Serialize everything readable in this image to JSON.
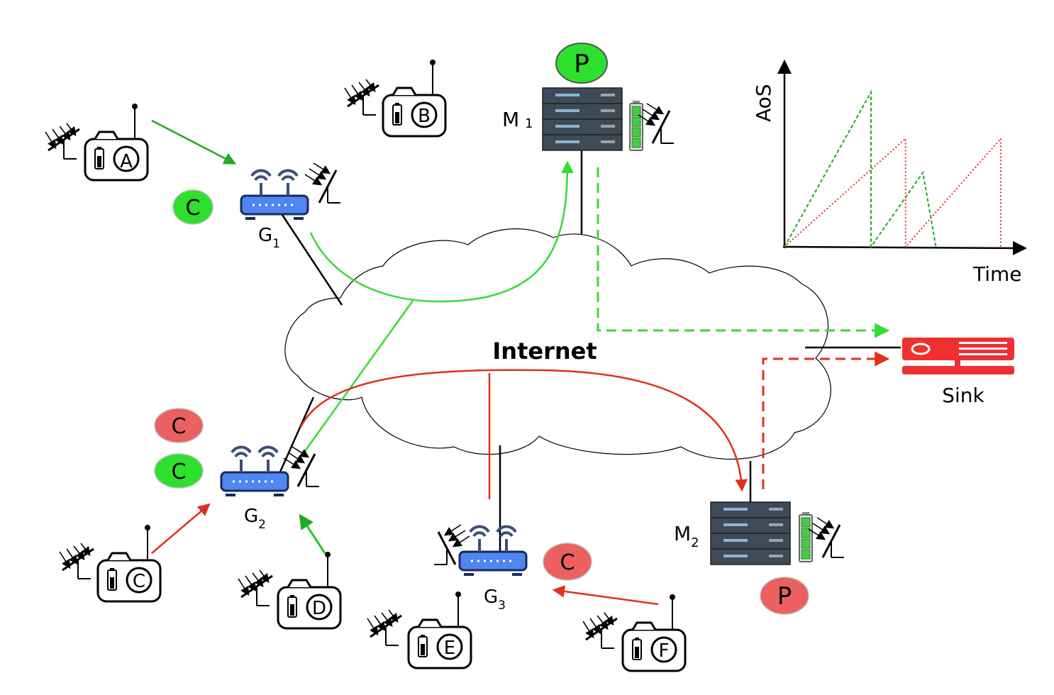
{
  "cloud": {
    "label": "Internet"
  },
  "gateways": [
    {
      "name": "G",
      "sub": "1"
    },
    {
      "name": "G",
      "sub": "2"
    },
    {
      "name": "G",
      "sub": "3"
    }
  ],
  "servers": [
    {
      "name": "M",
      "sub": "1"
    },
    {
      "name": "M",
      "sub": "2"
    }
  ],
  "sink": {
    "label": "Sink"
  },
  "cameras": [
    "A",
    "B",
    "C",
    "D",
    "E",
    "F"
  ],
  "badges": {
    "c_letter": "C",
    "p_letter": "P",
    "green": "#2ee02e",
    "red": "#ec6060"
  },
  "flows": {
    "green": "#33dd33",
    "red": "#e03020",
    "arrow_green": "#22aa22"
  },
  "aos_chart": {
    "ylabel": "AoS",
    "xlabel": "Time"
  },
  "chart_data": {
    "type": "line",
    "xlabel": "Time",
    "ylabel": "AoS",
    "series": [
      {
        "x": [
          0,
          1.0,
          1.0,
          1.6,
          1.75
        ],
        "y": [
          0,
          1.0,
          0,
          0.48,
          0
        ],
        "style": "green dashed"
      },
      {
        "x": [
          0,
          1.4,
          1.4,
          2.5,
          2.5
        ],
        "y": [
          0,
          0.7,
          0,
          0.7,
          0
        ],
        "style": "red dotted"
      }
    ]
  }
}
